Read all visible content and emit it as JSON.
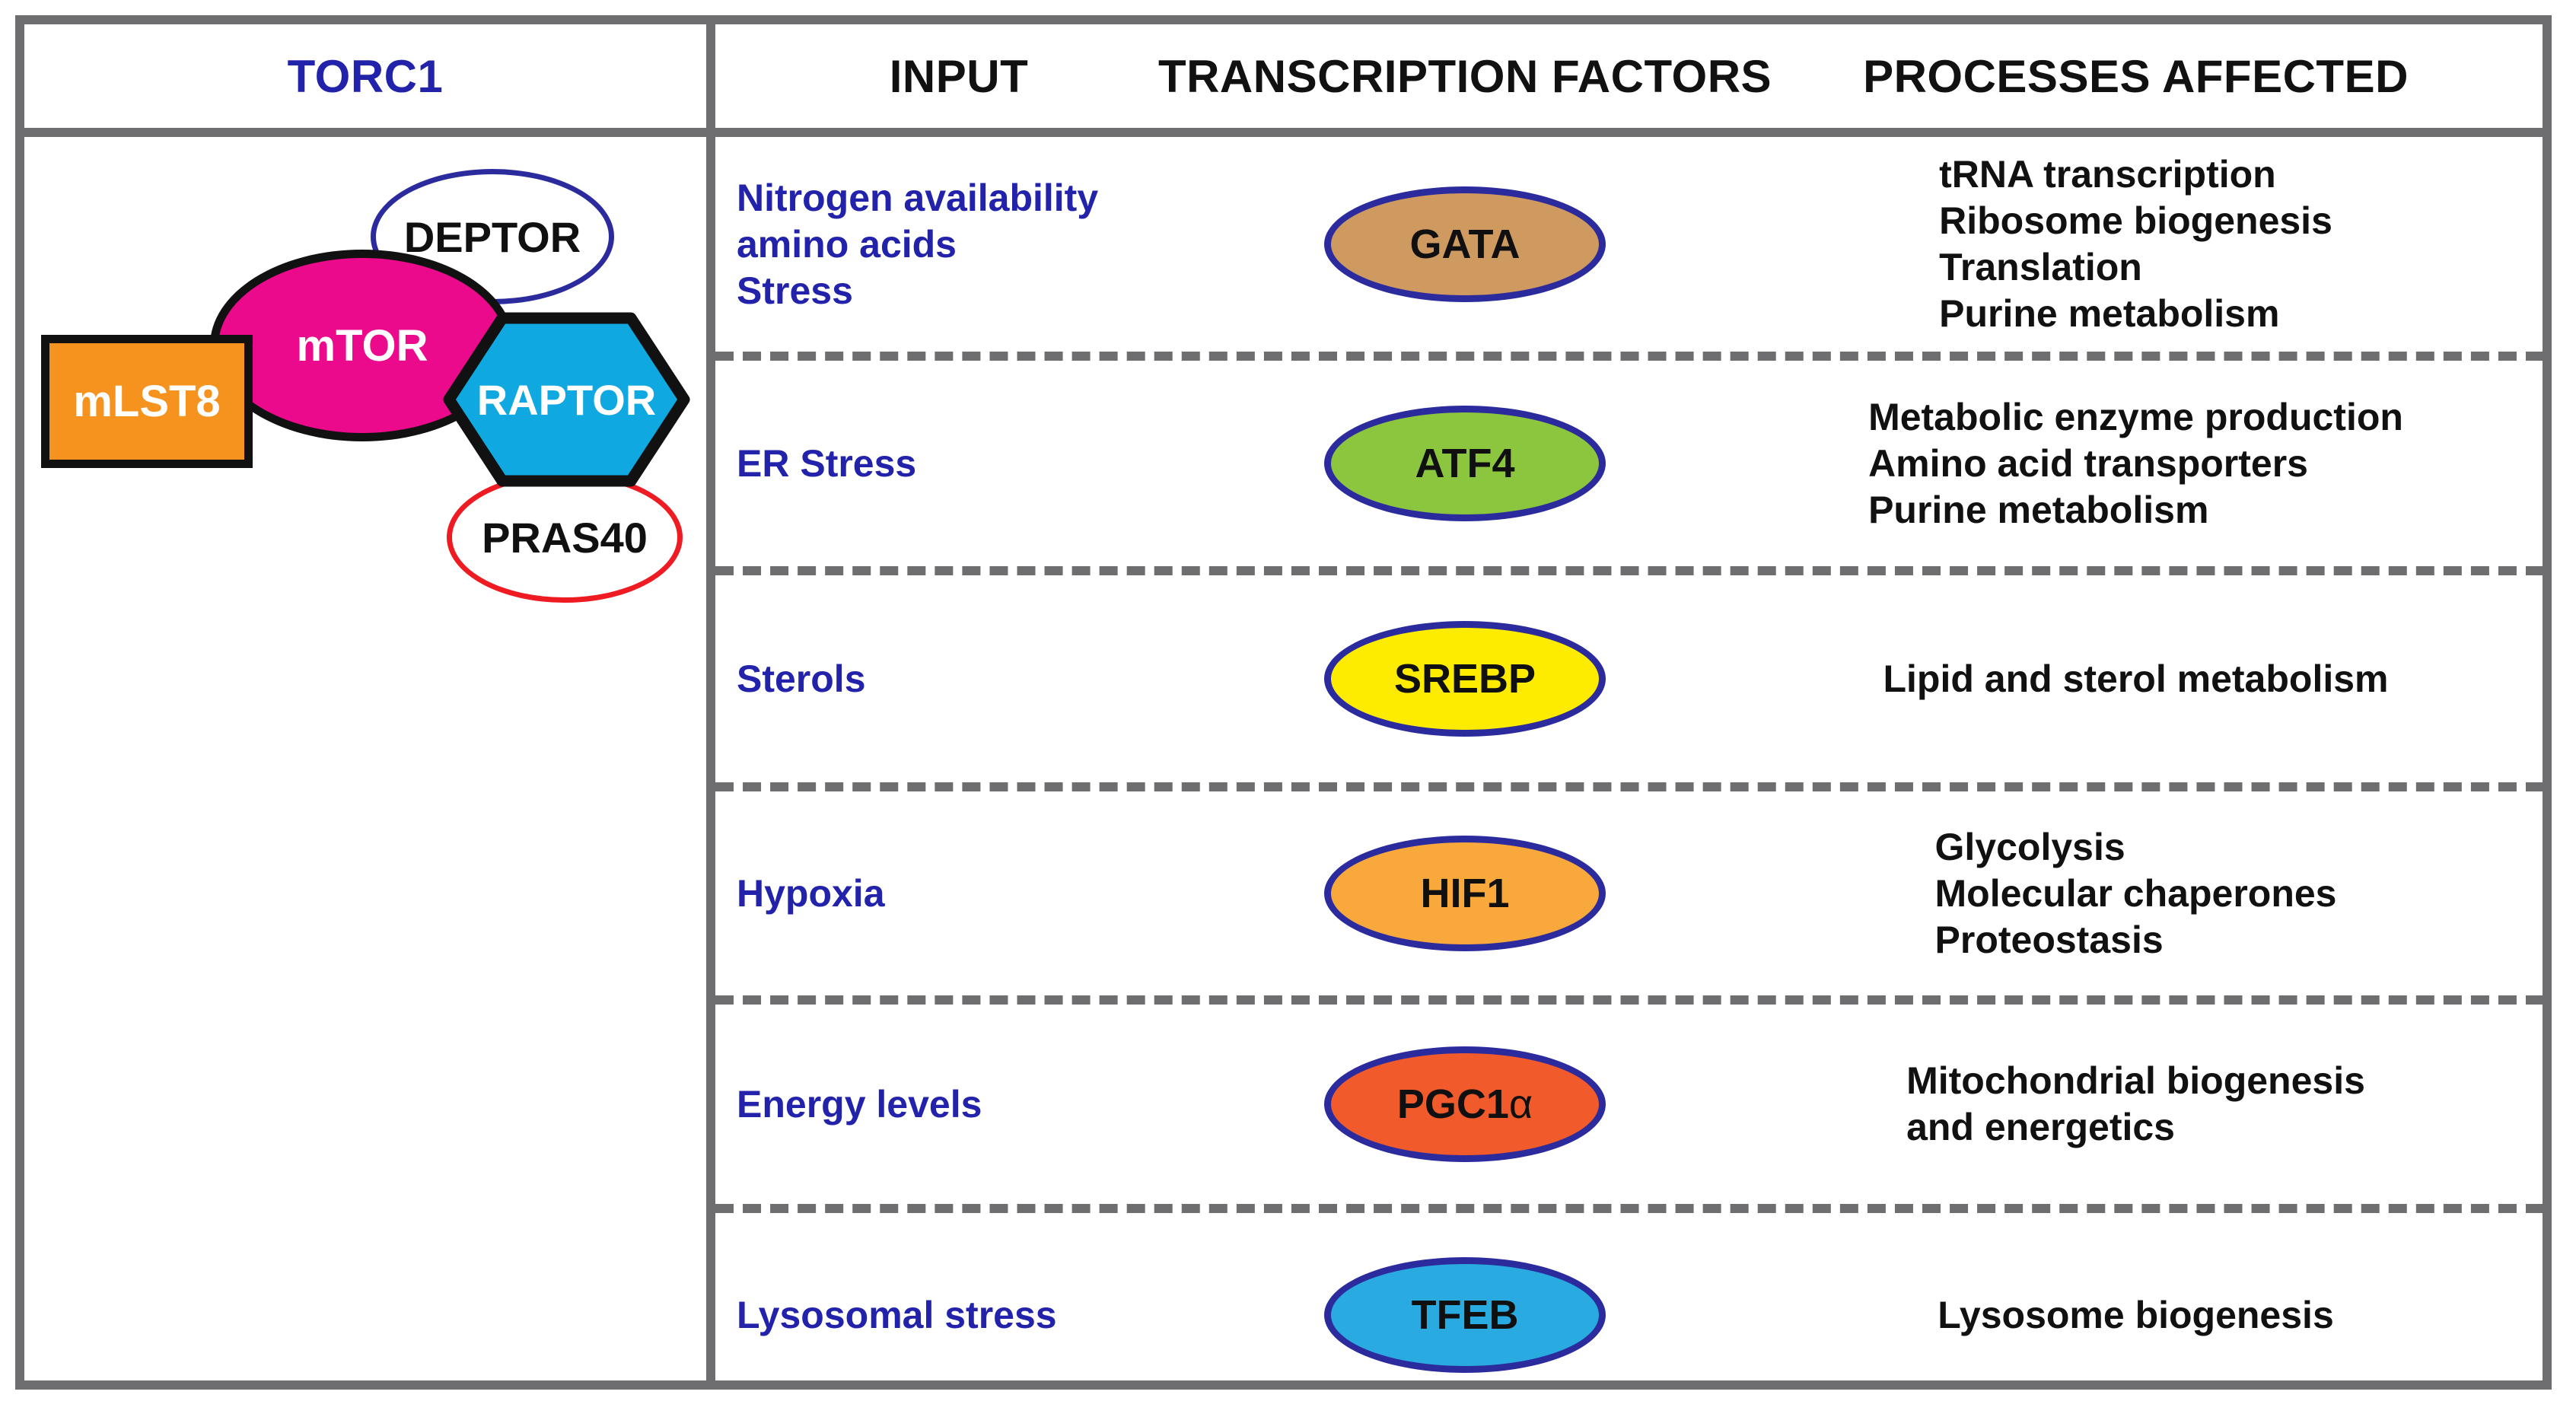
{
  "columns": {
    "torc1": "TORC1",
    "input": "INPUT",
    "transcription_factors": "TRANSCRIPTION FACTORS",
    "processes": "PROCESSES AFFECTED"
  },
  "colors": {
    "frame_gray": "#6e6e70",
    "header_blue": "#2222aa",
    "input_blue": "#2222aa",
    "oval_border_blue": "#2b2b9e"
  },
  "torc1_complex": {
    "nodes": [
      {
        "id": "deptor",
        "label": "DEPTOR",
        "shape": "ellipse",
        "fill": "#ffffff",
        "stroke": "#2b2b9e",
        "text_color": "#101010"
      },
      {
        "id": "mtor",
        "label": "mTOR",
        "shape": "ellipse",
        "fill": "#ec0a8c",
        "stroke": "#111111",
        "text_color": "#ffffff"
      },
      {
        "id": "mlst8",
        "label": "mLST8",
        "shape": "rectangle",
        "fill": "#f6921e",
        "stroke": "#111111",
        "text_color": "#ffffff"
      },
      {
        "id": "raptor",
        "label": "RAPTOR",
        "shape": "hexagon",
        "fill": "#0fa8e0",
        "stroke": "#111111",
        "text_color": "#ffffff"
      },
      {
        "id": "pras40",
        "label": "PRAS40",
        "shape": "ellipse",
        "fill": "#ffffff",
        "stroke": "#ee1c22",
        "text_color": "#101010"
      }
    ]
  },
  "rows": [
    {
      "input": "Nitrogen availability\namino acids\nStress",
      "factor": {
        "label": "GATA",
        "fill": "#cf9a60",
        "text_color": "#101010"
      },
      "processes": "tRNA transcription\nRibosome biogenesis\nTranslation\nPurine metabolism"
    },
    {
      "input": "ER Stress",
      "factor": {
        "label": "ATF4",
        "fill": "#8cc63e",
        "text_color": "#101010"
      },
      "processes": "Metabolic enzyme production\nAmino acid transporters\nPurine metabolism"
    },
    {
      "input": "Sterols",
      "factor": {
        "label": "SREBP",
        "fill": "#fdec00",
        "text_color": "#101010"
      },
      "processes": "Lipid and sterol metabolism"
    },
    {
      "input": "Hypoxia",
      "factor": {
        "label": "HIF1",
        "fill": "#f9a93c",
        "text_color": "#101010"
      },
      "processes": "Glycolysis\nMolecular chaperones\nProteostasis"
    },
    {
      "input": "Energy levels",
      "factor": {
        "label": "PGC1",
        "suffix": "α",
        "fill": "#f15a2b",
        "text_color": "#101010"
      },
      "processes": "Mitochondrial biogenesis\nand energetics"
    },
    {
      "input": "Lysosomal stress",
      "factor": {
        "label": "TFEB",
        "fill": "#29abe2",
        "text_color": "#101010"
      },
      "processes": "Lysosome biogenesis"
    }
  ]
}
